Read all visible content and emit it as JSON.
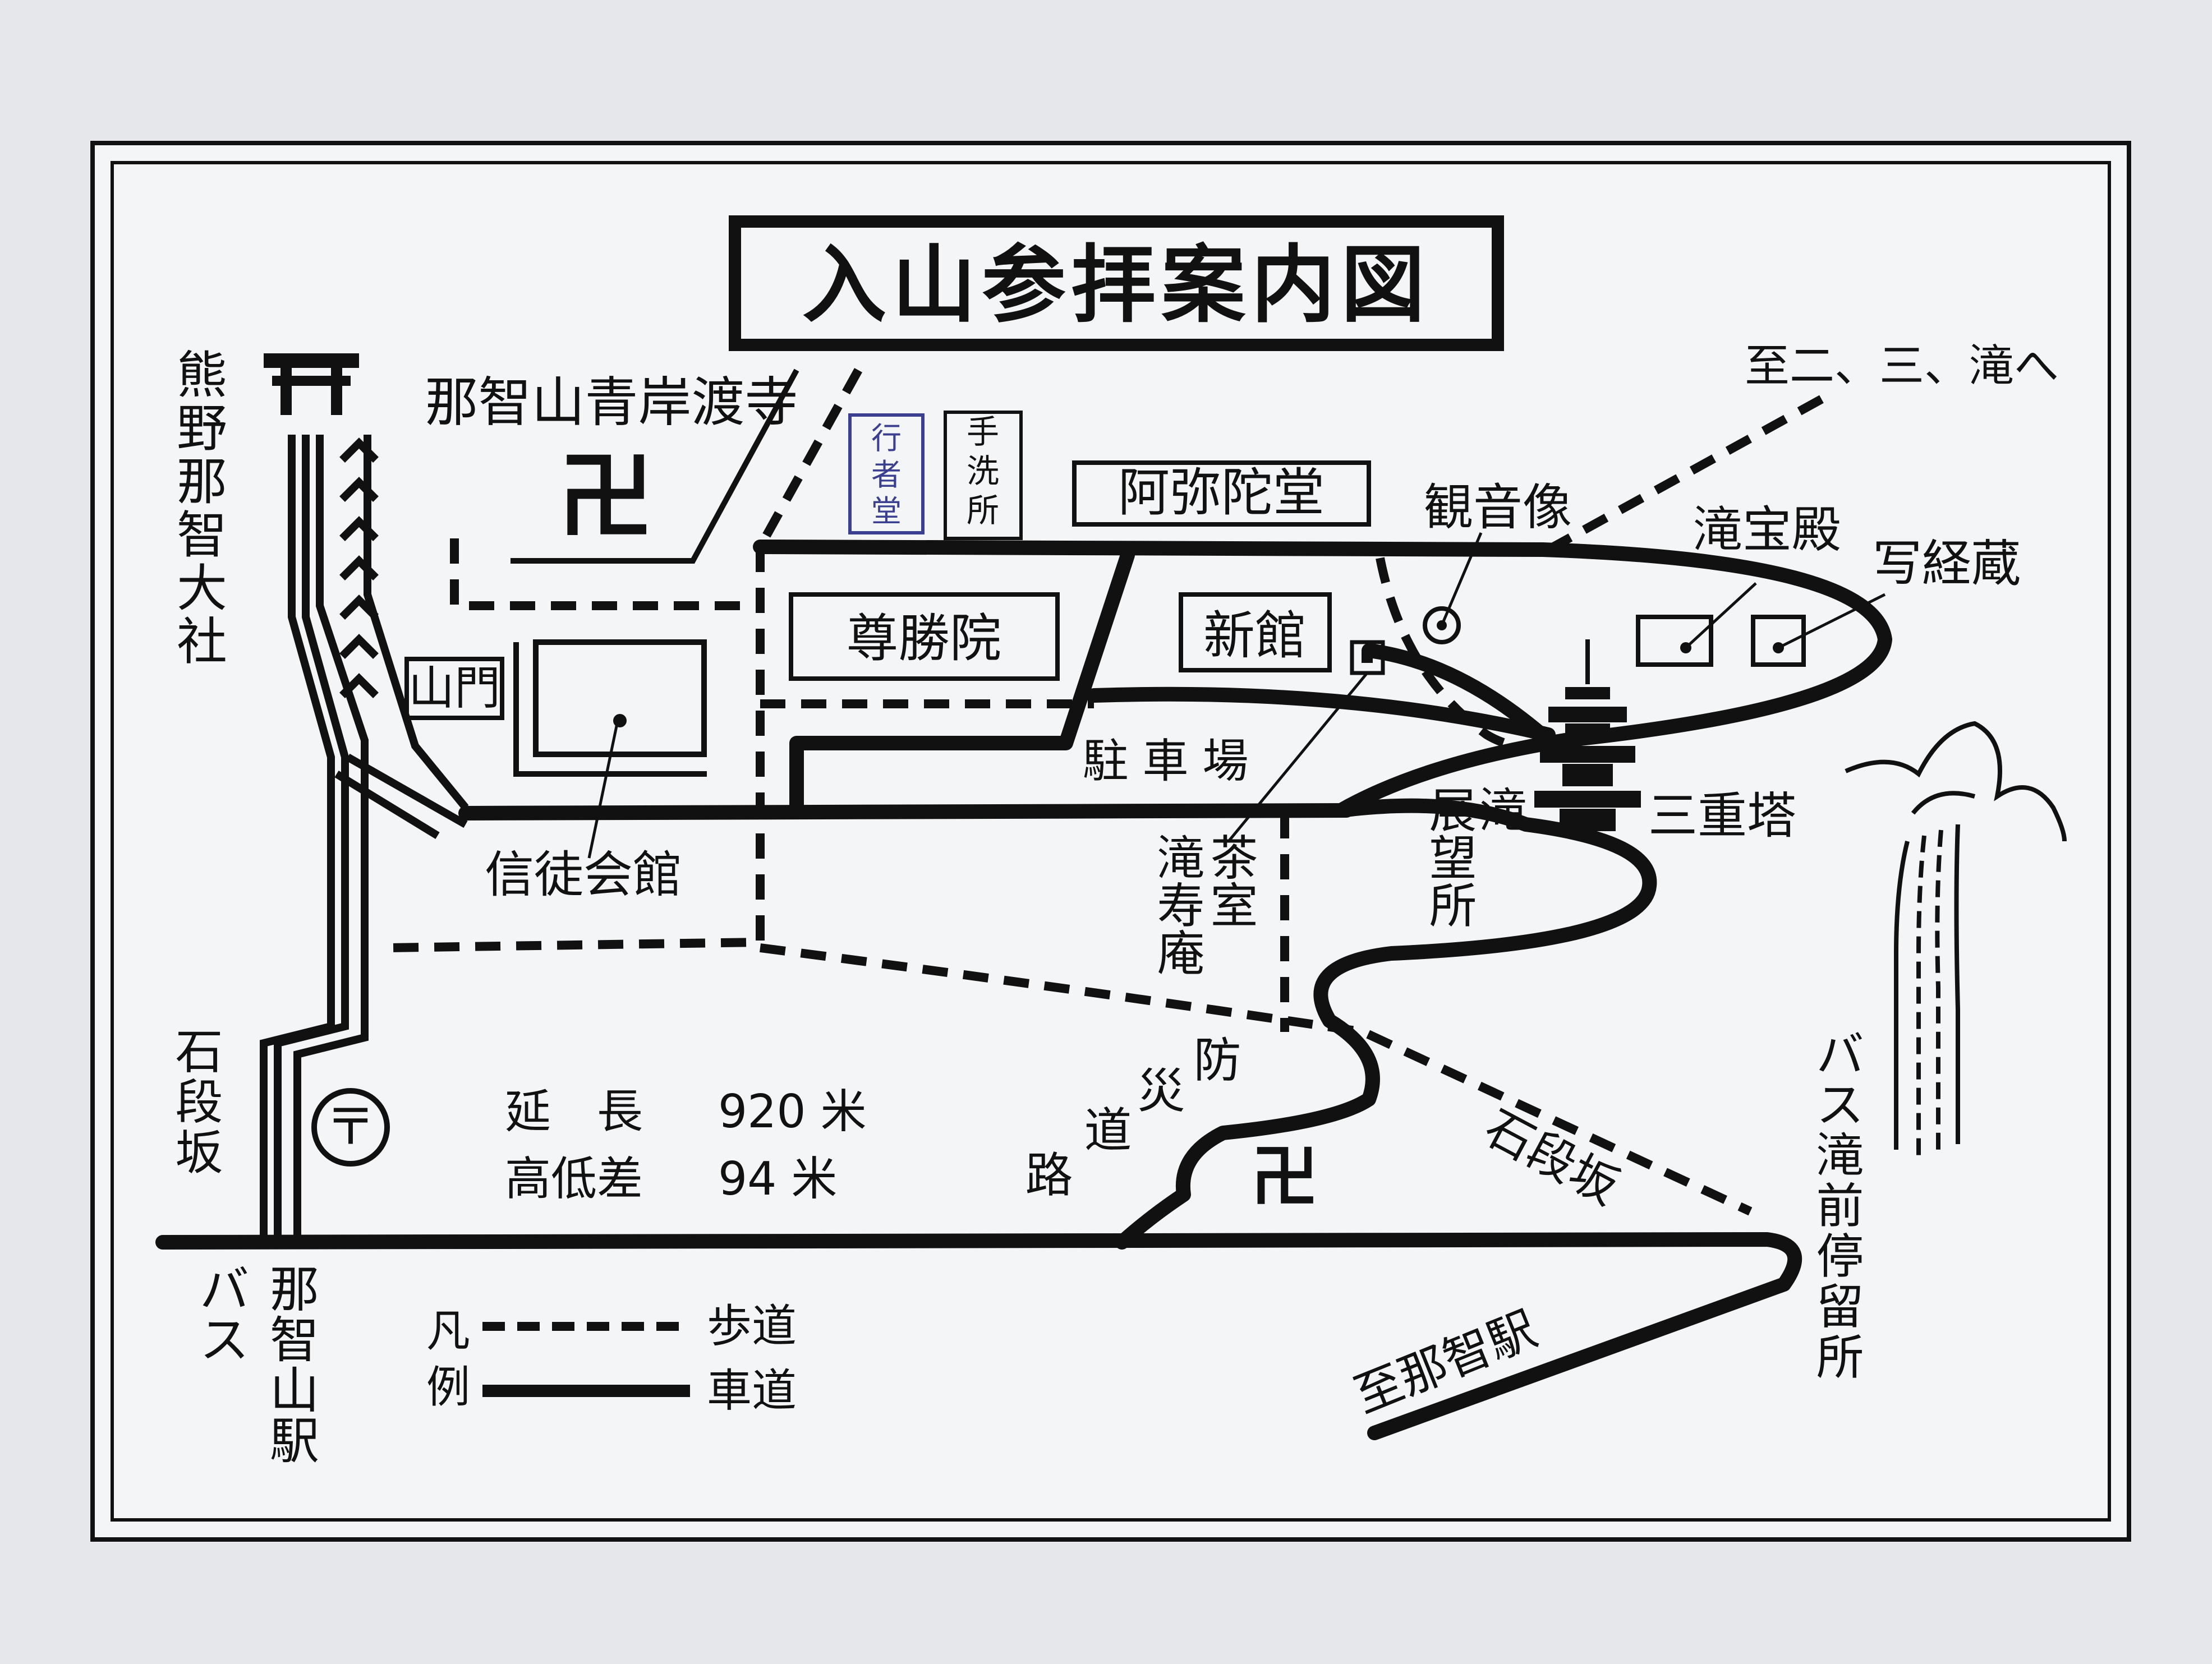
{
  "title": "入山参拝案内図",
  "places": {
    "temple": "那智山青岸渡寺",
    "gyojado": "行者堂",
    "tearai": "手洗所",
    "amidado": "阿弥陀堂",
    "kannonzo": "観音像",
    "takarahoden": "滝宝殿",
    "shakyogura": "写経蔵",
    "sonshoin": "尊勝院",
    "shinkan": "新館",
    "chusha": "駐車場",
    "sanjuto": "三重塔",
    "tenbo": "滝展望所",
    "chashitsu": "茶室滝寿庵",
    "sanmon": "山門",
    "shinto_kaikan": "信徒会館",
    "kumano_taisha": "熊野那智大社",
    "ishidanzaka_left": "石段坂",
    "ishidanzaka_right": "石段坂",
    "bosai_doro": "防災道路",
    "bus_nachisan": "バス那智山駅",
    "bus_takimae": "バス滝前停留所",
    "to_nachi_eki": "至那智駅",
    "to_nitaki": "至二、三、滝へ"
  },
  "stats": {
    "length_label": "延　長",
    "length_value": "920 米",
    "height_label": "高低差",
    "height_value": "94 米"
  },
  "legend": {
    "title": "凡例",
    "footpath": "歩道",
    "road": "車道"
  },
  "symbols": {
    "manji": "卍",
    "post_office": "〒"
  },
  "colors": {
    "ink": "#111111",
    "paper": "#f4f5f6",
    "stamp": "#3a3f8f"
  }
}
